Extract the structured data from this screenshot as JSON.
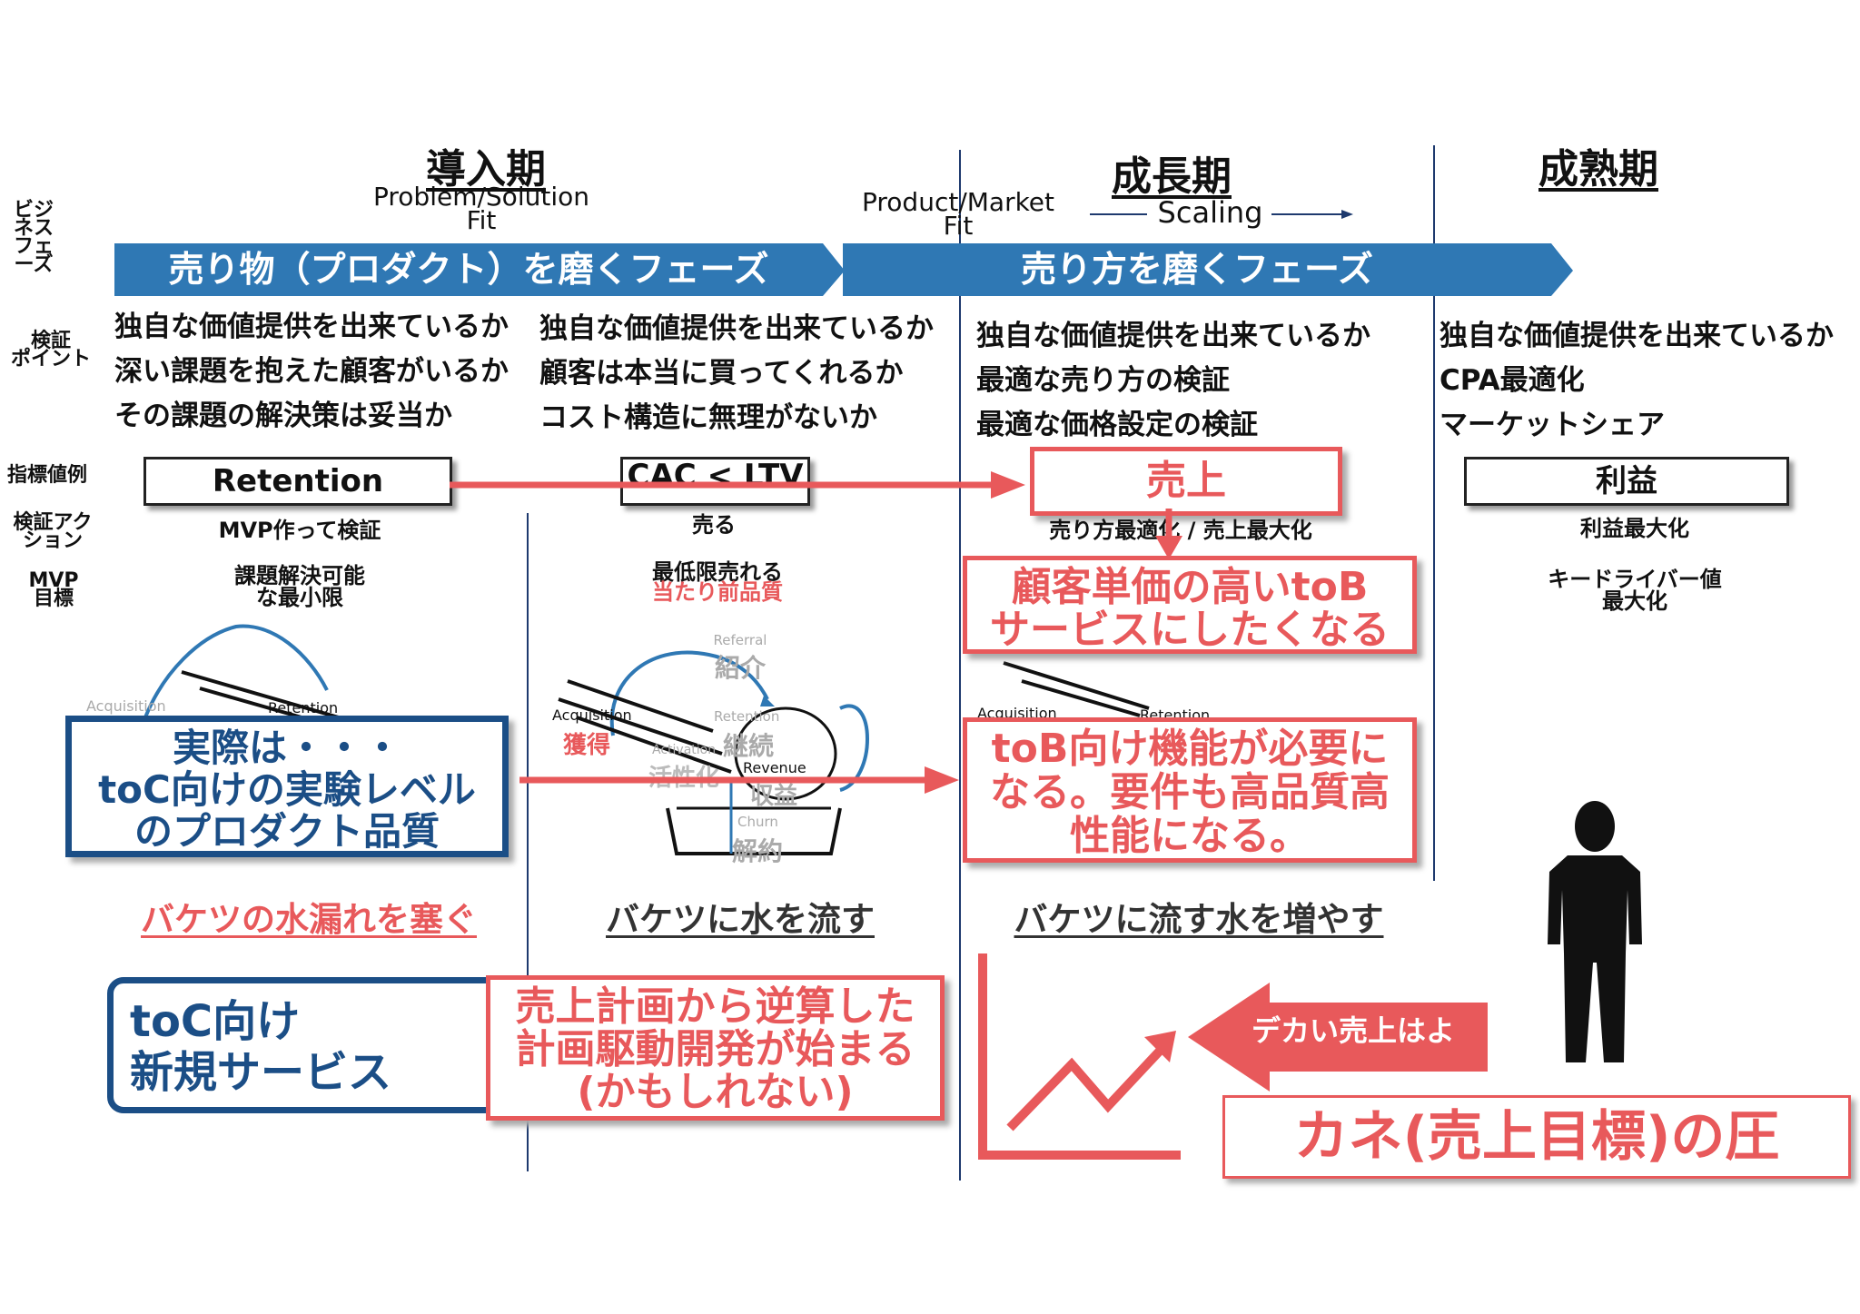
{
  "labels": {
    "business_phase": "ビジネス\nフェーズ",
    "check_point": "検証\nポイント",
    "metric_example": "指標値例",
    "check_action": "検証アク\nション",
    "mvp_goal": "MVP\n目標"
  },
  "phases": {
    "intro": {
      "title": "導入期",
      "sub": "Problem/Solution\nFit"
    },
    "growth": {
      "title": "成長期",
      "sub": "Product/Market\nFit",
      "scaling": "Scaling"
    },
    "mature": {
      "title": "成熟期"
    }
  },
  "banners": {
    "left": "売り物（プロダクト）を磨くフェーズ",
    "right": "売り方を磨くフェーズ"
  },
  "check_points": {
    "col1": "独自な価値提供を出来ているか\n深い課題を抱えた顧客がいるか\nその課題の解決策は妥当か",
    "col2": "独自な価値提供を出来ているか\n顧客は本当に買ってくれるか\nコスト構造に無理がないか",
    "col3": "独自な価値提供を出来ているか\n最適な売り方の検証\n最適な価格設定の検証",
    "col4": "独自な価値提供を出来ているか\nCPA最適化\nマーケットシェア"
  },
  "kpis": {
    "col1": "Retention",
    "col2": "CAC < LTV",
    "col3": "売上",
    "col4": "利益"
  },
  "actions": {
    "col1": "MVP作って検証",
    "col2": "売る",
    "col3": "売り方最適化 / 売上最大化",
    "col4": "利益最大化"
  },
  "mvp": {
    "col1": "課題解決可能\nな最小限",
    "col2_a": "最低限売れる",
    "col2_b": "当たり前品質",
    "col4": "キードライバー値\n最大化"
  },
  "funnel": {
    "referral": "Referral",
    "referral_jp": "紹介",
    "acquisition": "Acquisition",
    "acquisition_jp": "獲得",
    "retention": "Retention",
    "retention_jp": "継続",
    "activation": "Activation",
    "activation_jp": "活性化",
    "revenue": "Revenue",
    "revenue_jp": "収益",
    "churn": "Churn",
    "churn_jp": "解約"
  },
  "bucket_captions": {
    "col1": "バケツの水漏れを塞ぐ",
    "col2": "バケツに水を流す",
    "col3": "バケツに流す水を増やす"
  },
  "callouts": {
    "reality": "実際は・・・\ntoC向けの実験レベル\nのプロダクト品質",
    "tob_price": "顧客単価の高いtoB\nサービスにしたくなる",
    "tob_features": "toB向け機能が必要に\nなる。要件も高品質高\n性能になる。",
    "toc_new": "toC向け\n新規サービス",
    "plan_driven": "売上計画から逆算した\n計画駆動開発が始まる\n(かもしれない)",
    "big_sales": "デカい売上はよ",
    "money_pressure": "カネ(売上目標)の圧"
  },
  "colors": {
    "banner_blue": "#2f78b4",
    "callout_red": "#e8595b",
    "navy": "#1b4e86"
  }
}
